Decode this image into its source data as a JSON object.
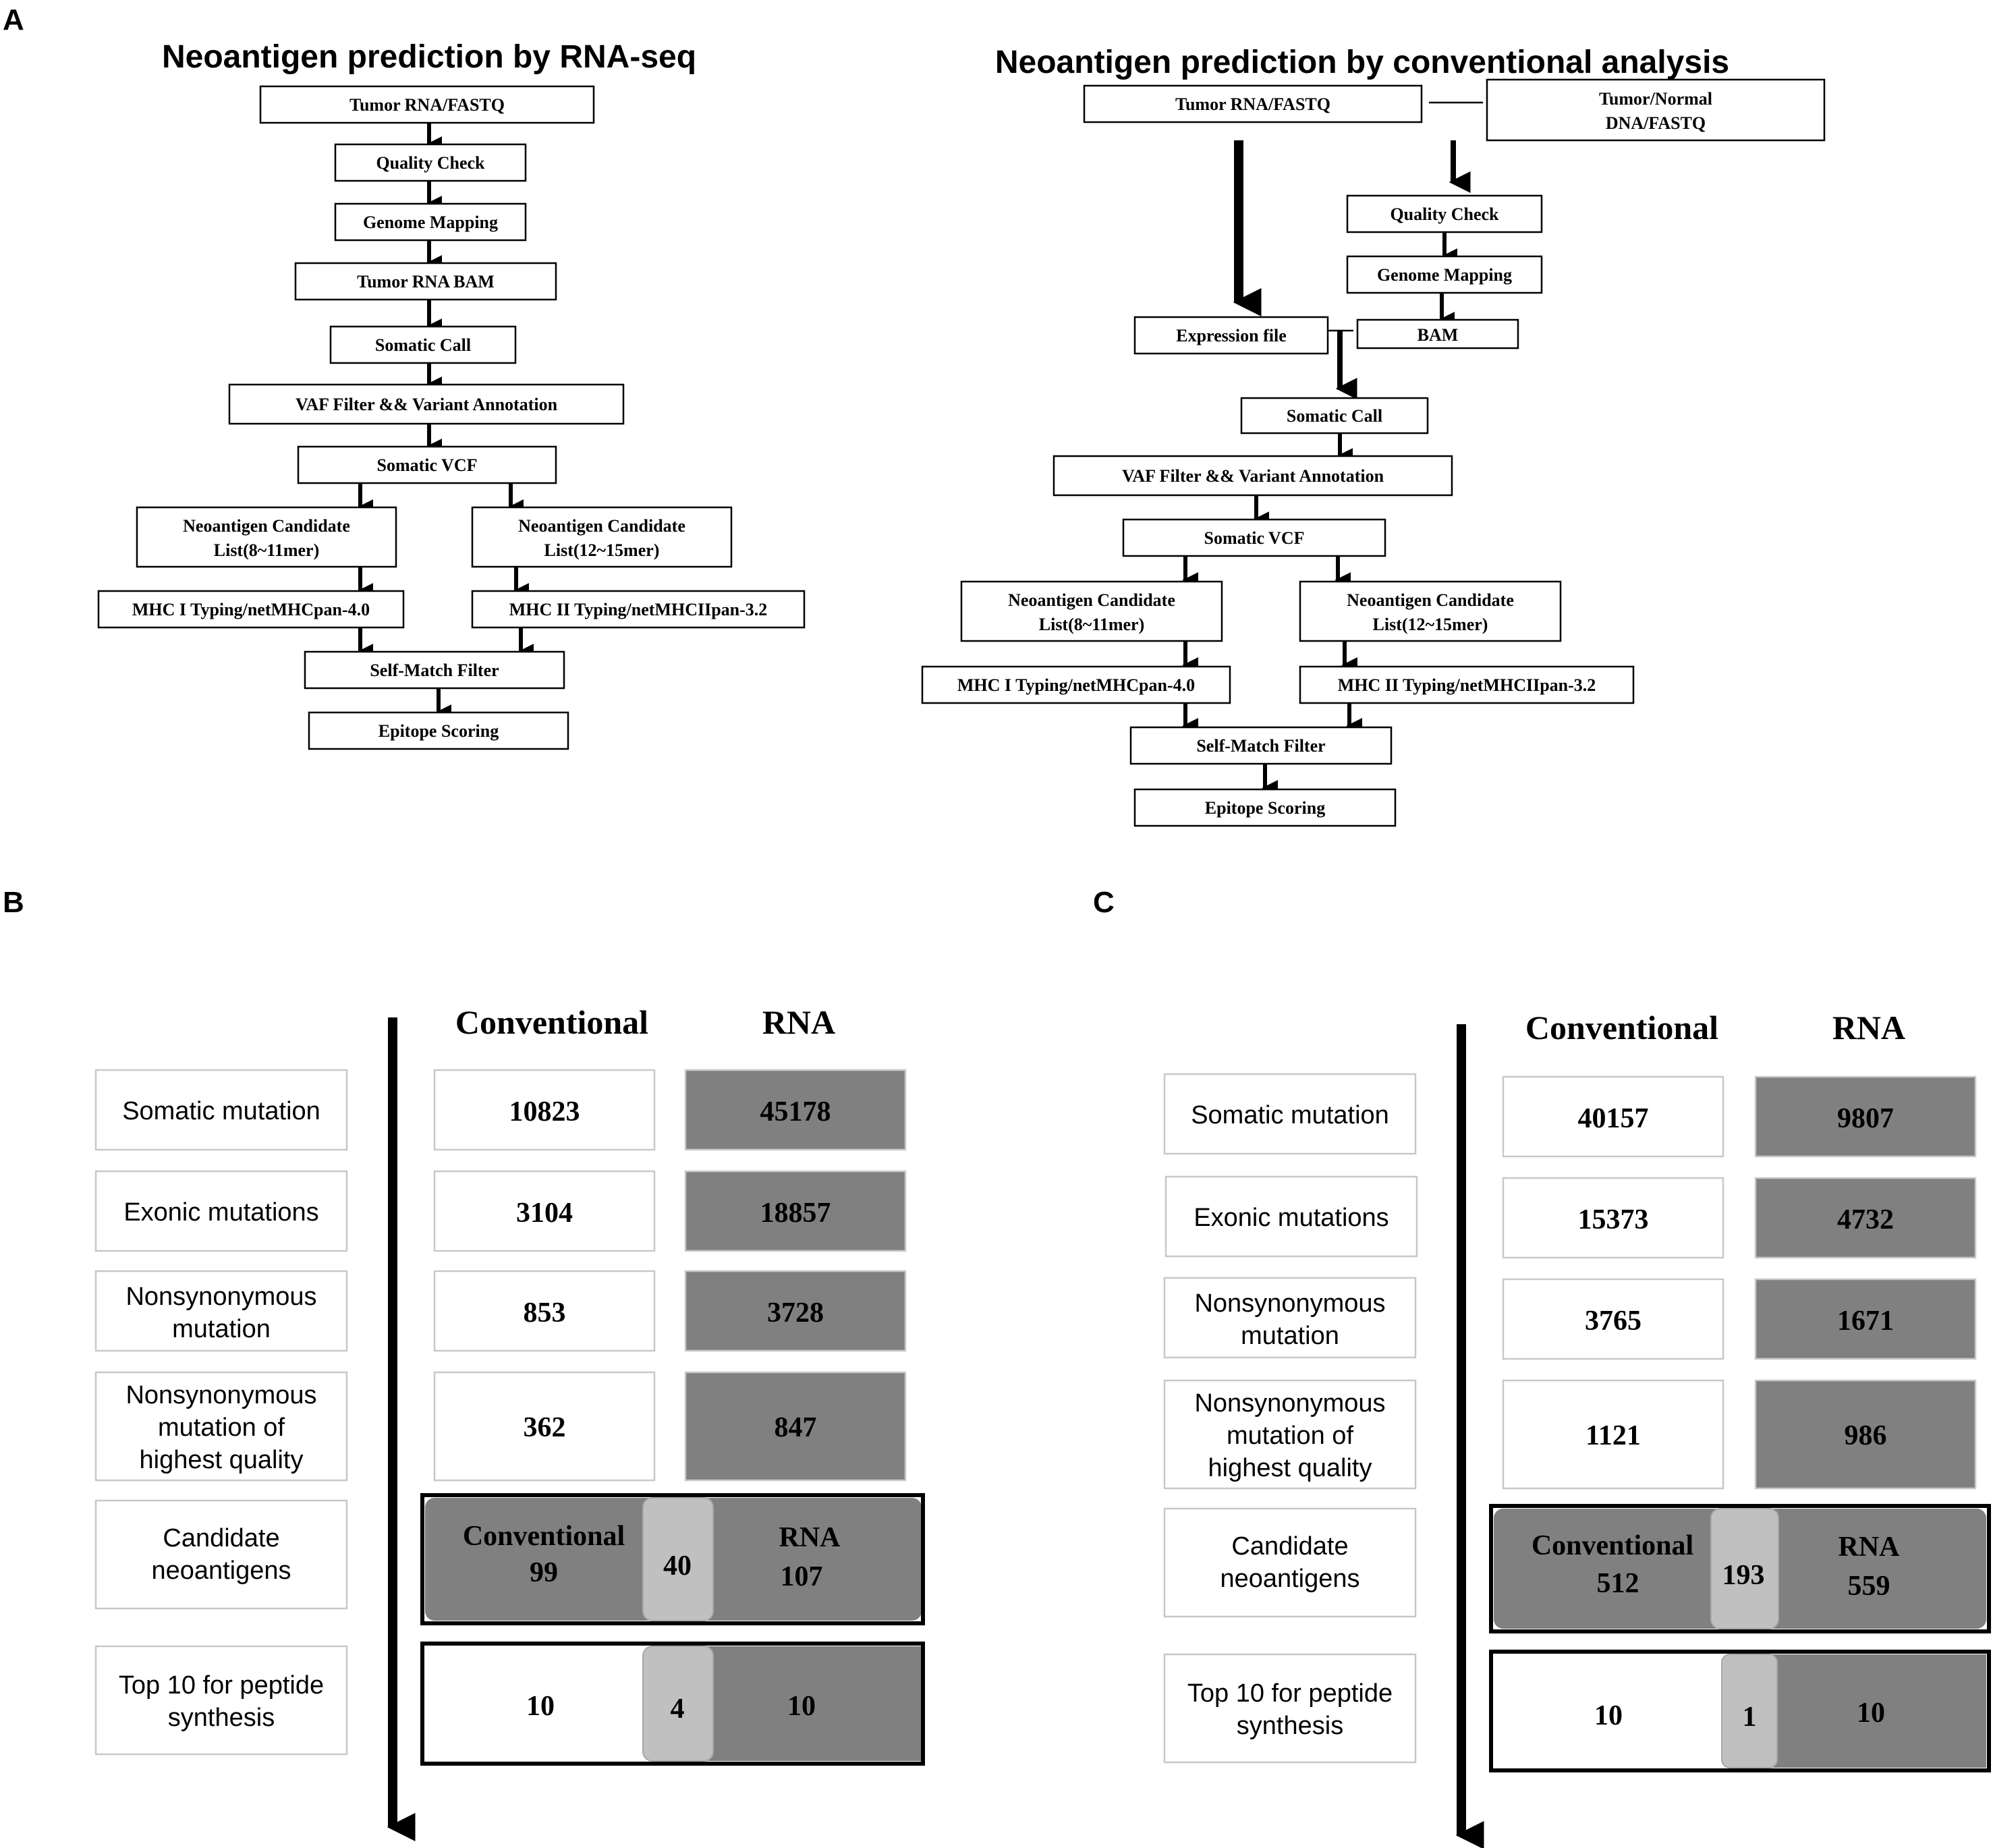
{
  "panels": {
    "a": {
      "letter": "A"
    },
    "b": {
      "letter": "B"
    },
    "c": {
      "letter": "C"
    }
  },
  "flow_rna": {
    "title": "Neoantigen prediction by RNA-seq",
    "tumor_fastq": "Tumor RNA/FASTQ",
    "quality_check": "Quality Check",
    "genome_mapping": "Genome Mapping",
    "tumor_bam": "Tumor RNA BAM",
    "somatic_call": "Somatic Call",
    "vaf_filter": "VAF Filter && Variant Annotation",
    "somatic_vcf": "Somatic VCF",
    "cand_list_1": [
      "Neoantigen Candidate",
      "List(8~11mer)"
    ],
    "cand_list_2": [
      "Neoantigen Candidate",
      "List(12~15mer)"
    ],
    "mhc1": "MHC I Typing/netMHCpan-4.0",
    "mhc2": "MHC II Typing/netMHCIIpan-3.2",
    "self_match": "Self-Match Filter",
    "epitope": "Epitope Scoring"
  },
  "flow_conv": {
    "title": "Neoantigen prediction by  conventional analysis",
    "tumor_fastq": "Tumor RNA/FASTQ",
    "dna_fastq": [
      "Tumor/Normal",
      "DNA/FASTQ"
    ],
    "quality_check": "Quality Check",
    "genome_mapping": "Genome Mapping",
    "expression": "Expression file",
    "bam": "BAM",
    "somatic_call": "Somatic Call",
    "vaf_filter": "VAF Filter && Variant Annotation",
    "somatic_vcf": "Somatic VCF",
    "cand_list_1": [
      "Neoantigen Candidate",
      "List(8~11mer)"
    ],
    "cand_list_2": [
      "Neoantigen Candidate",
      "List(12~15mer)"
    ],
    "mhc1": "MHC I Typing/netMHCpan-4.0",
    "mhc2": "MHC II Typing/netMHCIIpan-3.2",
    "self_match": "Self-Match Filter",
    "epitope": "Epitope Scoring"
  },
  "row_labels": [
    [
      "Somatic mutation"
    ],
    [
      "Exonic mutations"
    ],
    [
      "Nonsynonymous",
      "mutation"
    ],
    [
      "Nonsynonymous",
      "mutation of",
      "highest quality"
    ],
    [
      "Candidate",
      "neoantigens"
    ],
    [
      "Top 10 for peptide",
      "synthesis"
    ]
  ],
  "table_b": {
    "col_conventional": "Conventional",
    "col_rna": "RNA",
    "rows": [
      {
        "conventional": "10823",
        "rna": "45178"
      },
      {
        "conventional": "3104",
        "rna": "18857"
      },
      {
        "conventional": "853",
        "rna": "3728"
      },
      {
        "conventional": "362",
        "rna": "847"
      }
    ],
    "candidates": {
      "conv_label": "Conventional",
      "conv_value": "99",
      "overlap": "40",
      "rna_label": "RNA",
      "rna_value": "107"
    },
    "top10": {
      "conv_value": "10",
      "overlap": "4",
      "rna_value": "10"
    }
  },
  "table_c": {
    "col_conventional": "Conventional",
    "col_rna": "RNA",
    "rows": [
      {
        "conventional": "40157",
        "rna": "9807"
      },
      {
        "conventional": "15373",
        "rna": "4732"
      },
      {
        "conventional": "3765",
        "rna": "1671"
      },
      {
        "conventional": "1121",
        "rna": "986"
      }
    ],
    "candidates": {
      "conv_label": "Conventional",
      "conv_value": "512",
      "overlap": "193",
      "rna_label": "RNA",
      "rna_value": "559"
    },
    "top10": {
      "conv_value": "10",
      "overlap": "1",
      "rna_value": "10"
    }
  },
  "colors": {
    "rna_fill": "#808080",
    "overlap_fill": "#c0c0c0",
    "box_border": "#c8c8c8",
    "text": "#000000"
  }
}
